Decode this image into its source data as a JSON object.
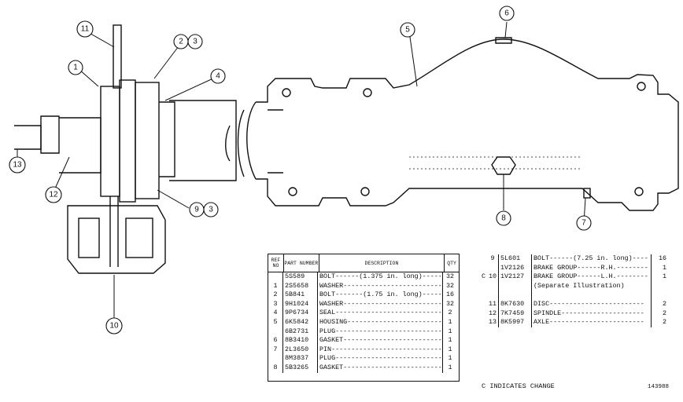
{
  "callouts": [
    "1",
    "2",
    "3",
    "4",
    "5",
    "6",
    "7",
    "8",
    "9",
    "3",
    "10",
    "11",
    "12",
    "13"
  ],
  "table1": {
    "headers": {
      "ref": "REF NO",
      "part": "PART NUMBER",
      "desc": "DESCRIPTION",
      "qty": "QTY"
    },
    "rows": [
      {
        "ref": "",
        "part": "5S589",
        "desc": "BOLT------(1.375 in. long)-------",
        "qty": "32"
      },
      {
        "ref": "1",
        "part": "2S5658",
        "desc": "WASHER---------------------------",
        "qty": "32"
      },
      {
        "ref": "2",
        "part": "5B841",
        "desc": "BOLT-------(1.75 in. long)-------",
        "qty": "16"
      },
      {
        "ref": "3",
        "part": "9H1024",
        "desc": "WASHER---------------------------",
        "qty": "32"
      },
      {
        "ref": "4",
        "part": "9P6734",
        "desc": "SEAL-----------------------------",
        "qty": "2"
      },
      {
        "ref": "5",
        "part": "6K5842",
        "desc": "HOUSING--------------------------",
        "qty": "1"
      },
      {
        "ref": "",
        "part": "6B2731",
        "desc": "PLUG------------------------------",
        "qty": "1"
      },
      {
        "ref": "6",
        "part": "8B3410",
        "desc": "GASKET---------------------------",
        "qty": "1"
      },
      {
        "ref": "7",
        "part": "2L3650",
        "desc": "PIN------------------------------",
        "qty": "1"
      },
      {
        "ref": "",
        "part": "8M3837",
        "desc": "PLUG------------------------------",
        "qty": "1"
      },
      {
        "ref": "8",
        "part": "5B3265",
        "desc": "GASKET---------------------------",
        "qty": "1"
      }
    ]
  },
  "table2": {
    "rows": [
      {
        "mark": "",
        "ref": "9",
        "part": "5L601",
        "desc": "BOLT------(7.25 in. long)----",
        "qty": "16"
      },
      {
        "mark": "",
        "ref": "",
        "part": "1V2126",
        "desc": "BRAKE GROUP------R.H.--------",
        "qty": "1"
      },
      {
        "mark": "C",
        "ref": "10",
        "part": "1V2127",
        "desc": "BRAKE GROUP------L.H.--------",
        "qty": "1"
      },
      {
        "mark": "",
        "ref": "",
        "part": "",
        "desc": "(Separate Illustration)",
        "qty": ""
      },
      {
        "mark": "",
        "ref": "",
        "part": "",
        "desc": "",
        "qty": ""
      },
      {
        "mark": "",
        "ref": "11",
        "part": "8K7630",
        "desc": "DISC------------------------",
        "qty": "2"
      },
      {
        "mark": "",
        "ref": "12",
        "part": "7K7459",
        "desc": "SPINDLE---------------------",
        "qty": "2"
      },
      {
        "mark": "",
        "ref": "13",
        "part": "8K5997",
        "desc": "AXLE------------------------",
        "qty": "2"
      }
    ]
  },
  "footer_note": "C INDICATES CHANGE",
  "illustration_number": "143988"
}
